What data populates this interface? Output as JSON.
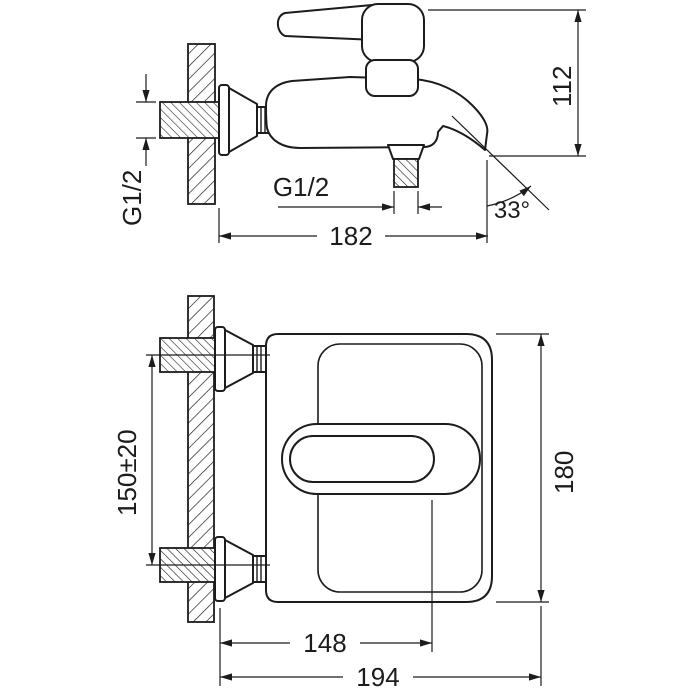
{
  "page": {
    "background_color": "#ffffff",
    "line_color": "#1c1c1c"
  },
  "side_view": {
    "dim_height": "112",
    "dim_wall_thread": "G1/2",
    "dim_outlet_thread": "G1/2",
    "dim_width": "182",
    "dim_spout_angle": "33°"
  },
  "front_view": {
    "dim_mount_centers": "150±20",
    "dim_height": "180",
    "dim_inner_width": "148",
    "dim_overall_width": "194"
  }
}
